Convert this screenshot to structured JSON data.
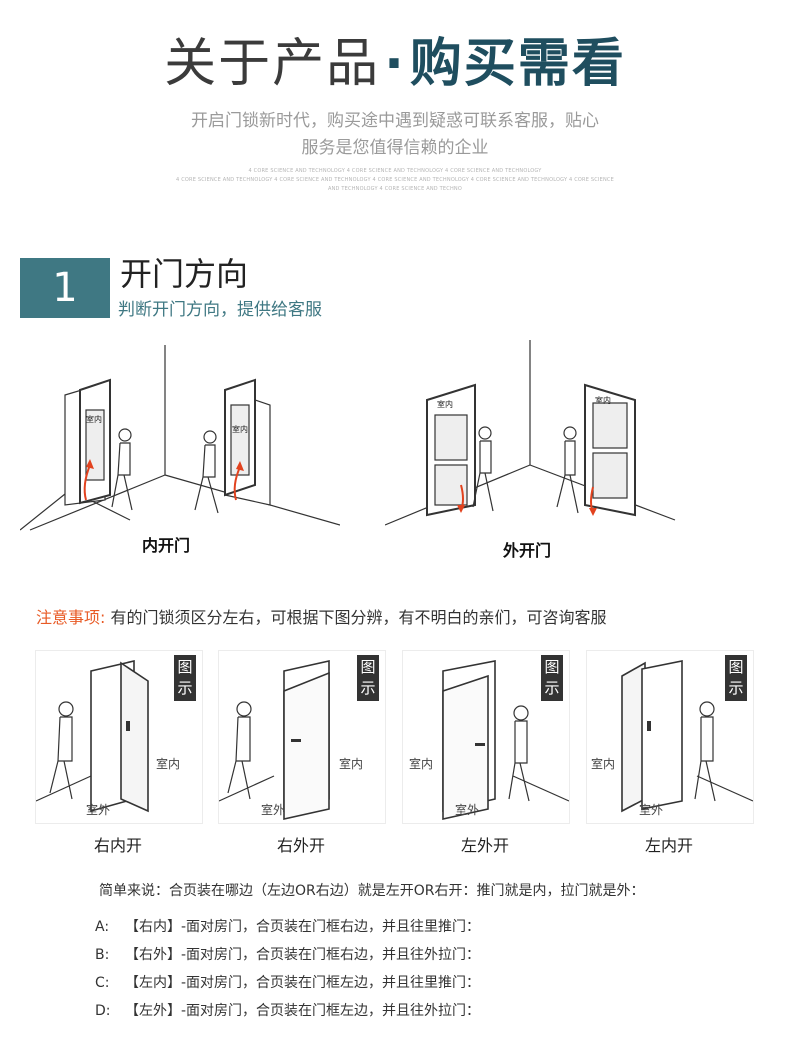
{
  "header": {
    "title_part1": "关于产品",
    "title_dot": "·",
    "title_part2": "购买需看",
    "subtitle_line1": "开启门锁新时代，购买途中遇到疑惑可联系客服，贴心",
    "subtitle_line2": "服务是您值得信赖的企业",
    "tiny_line1": "4 CORE SCIENCE AND TECHNOLOGY  4 CORE SCIENCE AND TECHNOLOGY  4 CORE SCIENCE AND TECHNOLOGY",
    "tiny_line2": "4 CORE SCIENCE AND TECHNOLOGY  4 CORE SCIENCE AND TECHNOLOGY 4 CORE SCIENCE AND TECHNOLOGY 4 CORE SCIENCE AND TECHNOLOGY  4 CORE SCIENCE",
    "tiny_line3": "AND TECHNOLOGY  4 CORE SCIENCE AND TECHNO"
  },
  "section1": {
    "number": "1",
    "title": "开门方向",
    "subtitle": "判断开门方向，提供给客服",
    "inward_label": "内开门",
    "outward_label": "外开门",
    "door_text": "室内"
  },
  "notice": {
    "prefix": "注意事项:",
    "text": " 有的门锁须区分左右，可根据下图分辨，有不明白的亲们，可咨询客服"
  },
  "cards": [
    {
      "badge": "图示",
      "inside": "室内",
      "outside": "室外",
      "caption": "右内开"
    },
    {
      "badge": "图示",
      "inside": "室内",
      "outside": "室外",
      "caption": "右外开"
    },
    {
      "badge": "图示",
      "inside": "室内",
      "outside": "室外",
      "caption": "左外开"
    },
    {
      "badge": "图示",
      "inside": "室内",
      "outside": "室外",
      "caption": "左内开"
    }
  ],
  "explanation": {
    "summary": "简单来说：合页装在哪边（左边OR右边）就是左开OR右开：推门就是内，拉门就是外：",
    "items": [
      {
        "key": "A:",
        "text": "【右内】-面对房门，合页装在门框右边，并且往里推门："
      },
      {
        "key": "B:",
        "text": "【右外】-面对房门，合页装在门框右边，并且往外拉门："
      },
      {
        "key": "C:",
        "text": "【左内】-面对房门，合页装在门框左边，并且往里推门："
      },
      {
        "key": "D:",
        "text": "【左外】-面对房门，合页装在门框左边，并且往外拉门："
      }
    ]
  },
  "colors": {
    "accent": "#3f7883",
    "title_dark": "#1f4e5f",
    "notice": "#e85a25"
  }
}
